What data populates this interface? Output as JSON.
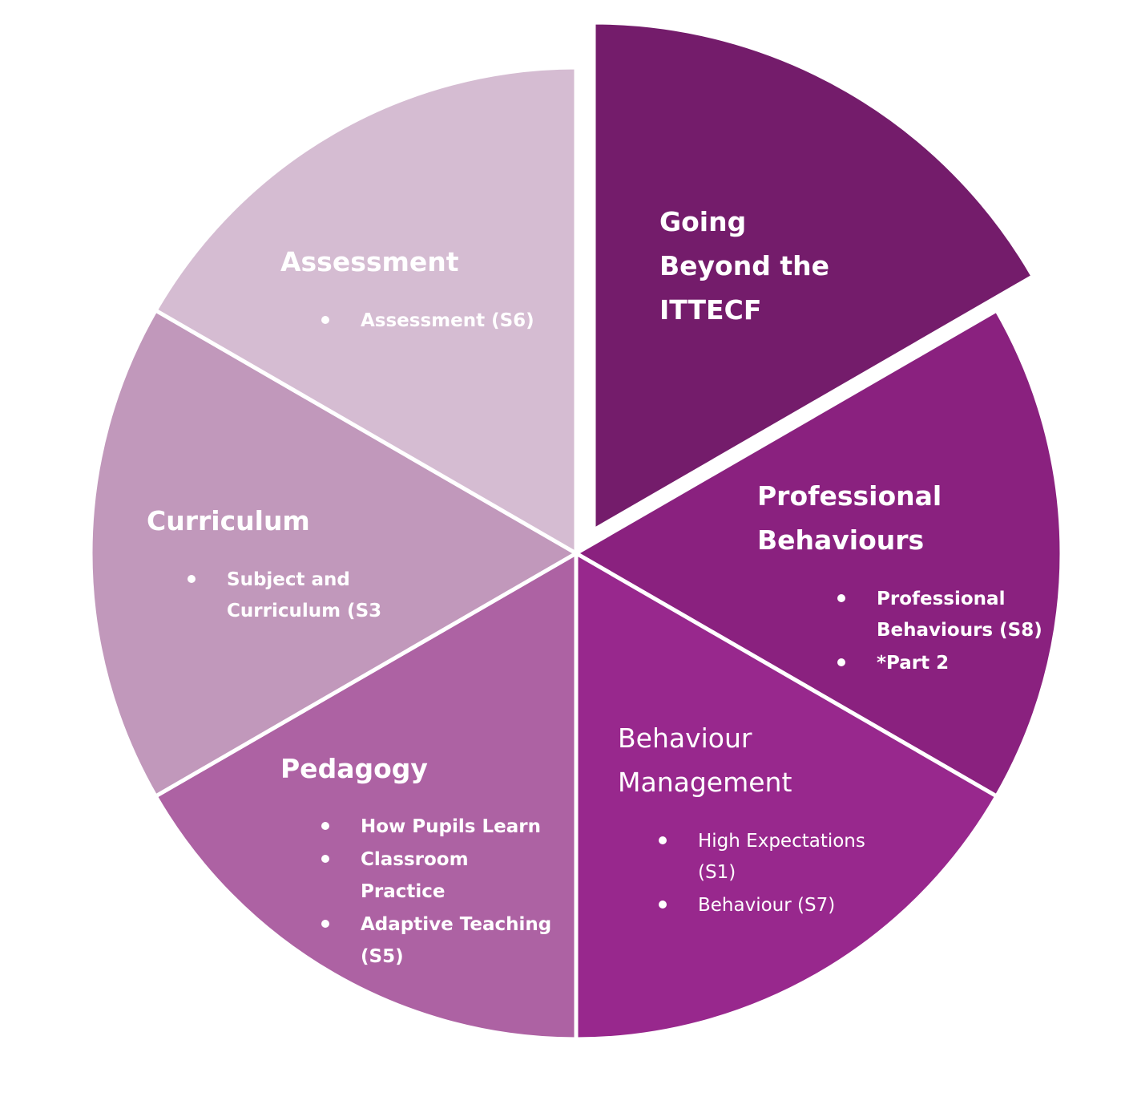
{
  "segments": [
    {
      "id": "going-beyond",
      "color": "#741c6b",
      "title": [
        "Going",
        "Beyond the",
        "ITTECF"
      ],
      "items": []
    },
    {
      "id": "professional-behaviours",
      "color": "#8a217f",
      "title": [
        "Professional",
        "Behaviours"
      ],
      "items": [
        [
          "Professional",
          "Behaviours (S8)"
        ],
        [
          "*Part 2"
        ]
      ]
    },
    {
      "id": "behaviour-management",
      "color": "#98288d",
      "title": [
        "Behaviour",
        "Management"
      ],
      "items": [
        [
          "High Expectations",
          "(S1)"
        ],
        [
          "Behaviour (S7)"
        ]
      ]
    },
    {
      "id": "pedagogy",
      "color": "#ad62a3",
      "title": [
        "Pedagogy"
      ],
      "items": [
        [
          "How Pupils Learn"
        ],
        [
          "Classroom",
          "Practice"
        ],
        [
          "Adaptive Teaching",
          "(S5)"
        ]
      ]
    },
    {
      "id": "curriculum",
      "color": "#c198bb",
      "title": [
        "Curriculum"
      ],
      "items": [
        [
          "Subject and",
          "Curriculum (S3"
        ]
      ]
    },
    {
      "id": "assessment",
      "color": "#d5bcd2",
      "title": [
        "Assessment"
      ],
      "items": [
        [
          "Assessment (S6)"
        ]
      ]
    }
  ]
}
